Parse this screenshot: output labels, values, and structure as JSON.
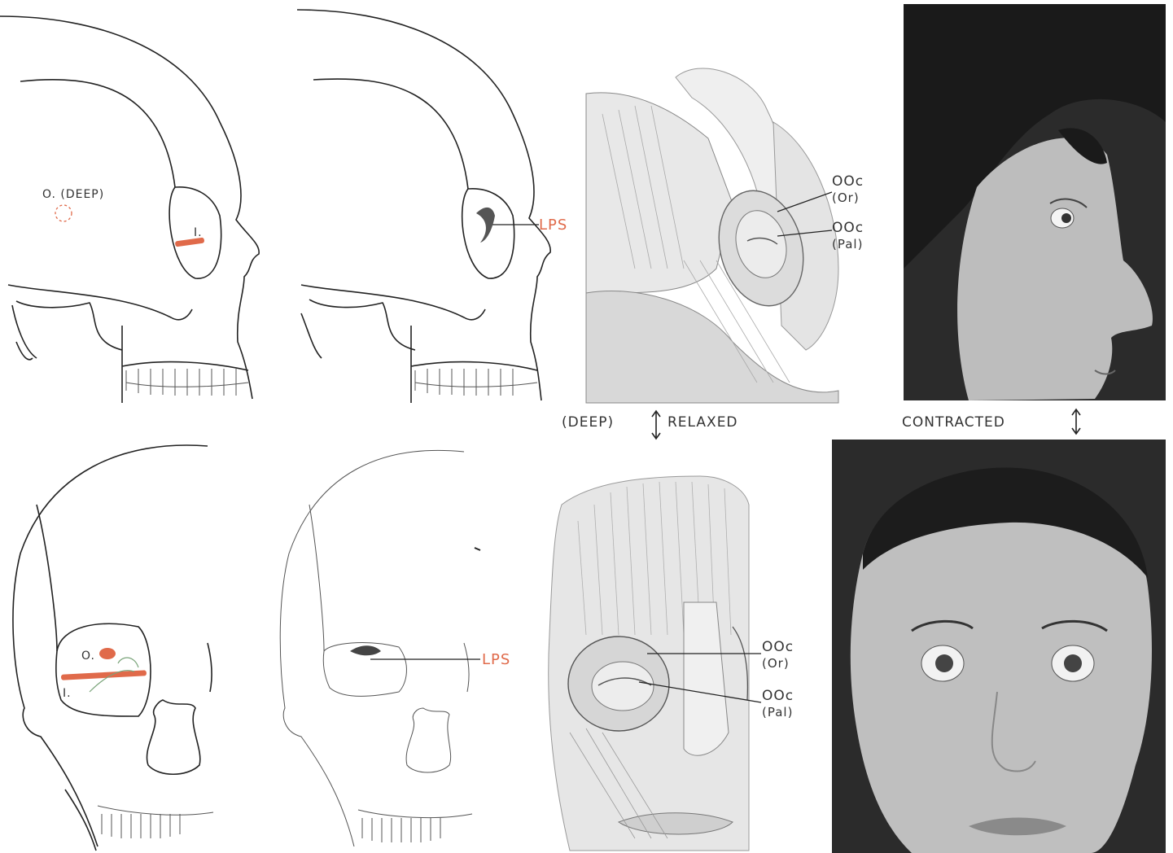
{
  "colors": {
    "insertion_red": "#e06a4a",
    "ink": "#222222",
    "photo_dark": "#2b2b2b",
    "skin": "#c9c9c9"
  },
  "panels": {
    "skull_lateral_1": {
      "origin_label": "O. (DEEP)",
      "insertion_label": "I."
    },
    "skull_lateral_2": {
      "muscle_label": "LPS"
    },
    "muscle_lateral": {
      "label_or_1": "OOc",
      "label_or_2": "(Or)",
      "label_pal_1": "OOc",
      "label_pal_2": "(Pal)"
    },
    "skull_frontal_1": {
      "origin_label": "O.",
      "insertion_label": "I."
    },
    "skull_frontal_2": {
      "muscle_label": "LPS"
    },
    "muscle_frontal": {
      "label_or_1": "OOc",
      "label_or_2": "(Or)",
      "label_pal_1": "OOc",
      "label_pal_2": "(Pal)"
    }
  },
  "captions": {
    "deep": "(DEEP)",
    "relaxed": "RELAXED",
    "contracted": "CONTRACTED"
  }
}
